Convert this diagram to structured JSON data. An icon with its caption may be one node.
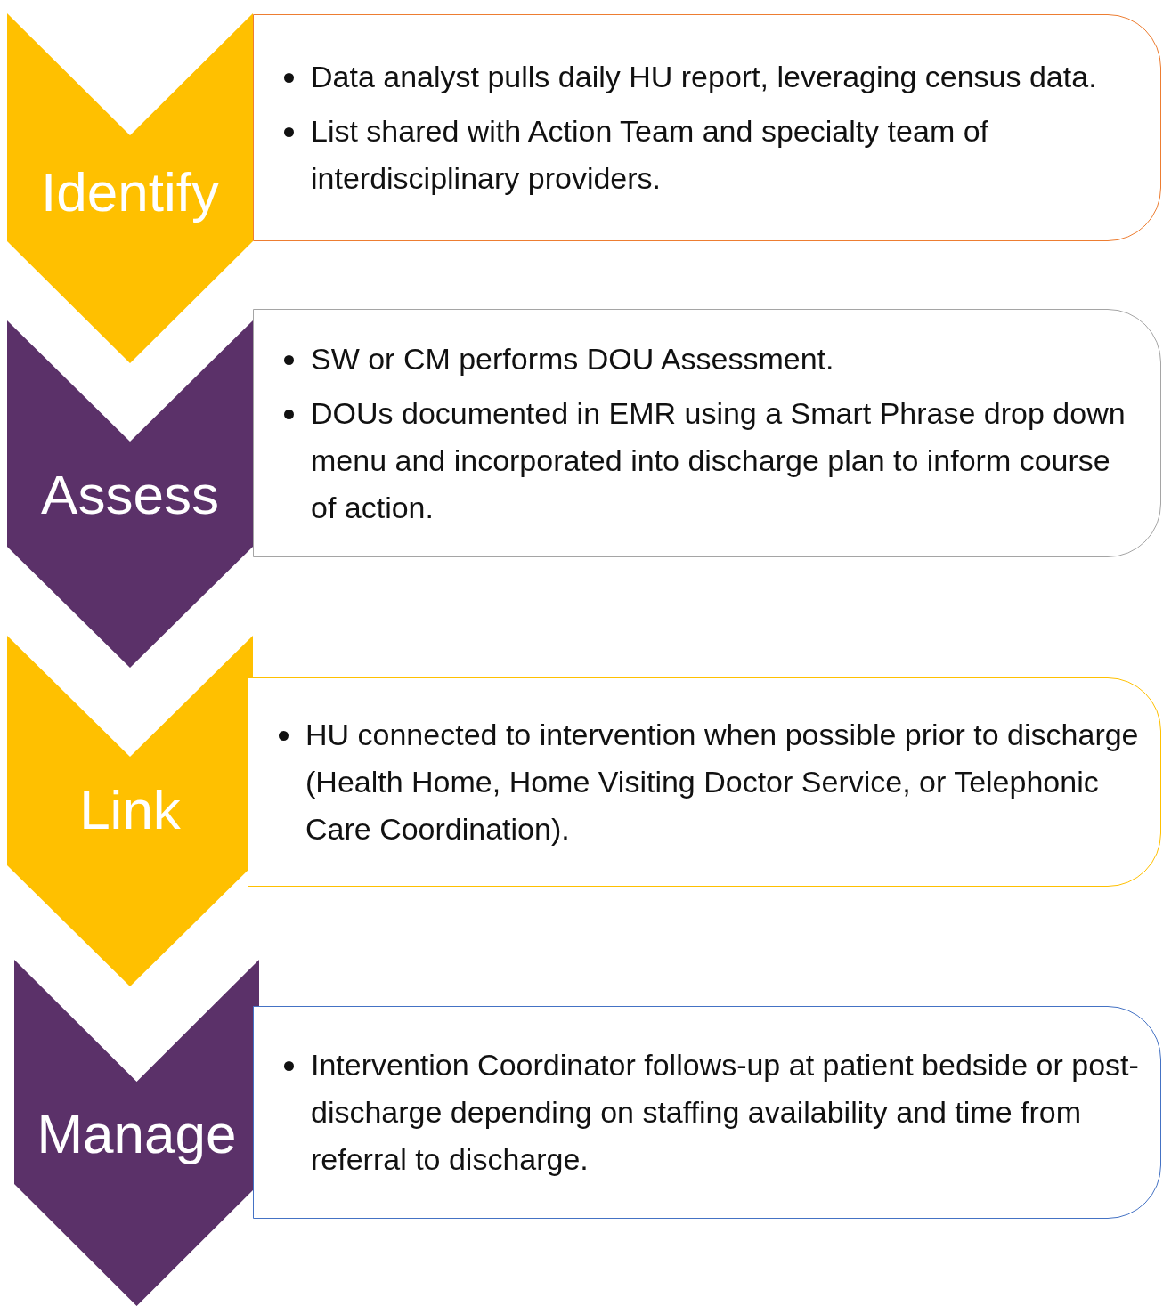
{
  "diagram": {
    "nodes": [
      {
        "text": [
          "Identify"
        ]
      },
      {
        "text": [
          "Data analyst pulls daily HU report, leveraging census data.",
          "List shared with Action Team and specialty team of interdisciplinary providers."
        ]
      },
      {
        "text": [
          "Assess"
        ]
      },
      {
        "text": [
          "SW or CM performs DOU Assessment.",
          "DOUs documented in EMR using a Smart Phrase drop down menu and incorporated into discharge plan to inform course of action."
        ]
      },
      {
        "text": [
          "Link"
        ]
      },
      {
        "text": [
          "HU connected to intervention when possible prior to discharge (Health Home, Home Visiting Doctor Service, or Telephonic Care Coordination)."
        ]
      },
      {
        "text": [
          "Manage"
        ]
      },
      {
        "text": [
          "Intervention Coordinator follows-up at patient bedside or post-discharge depending on staffing availability and time from referral to discharge."
        ]
      }
    ]
  }
}
